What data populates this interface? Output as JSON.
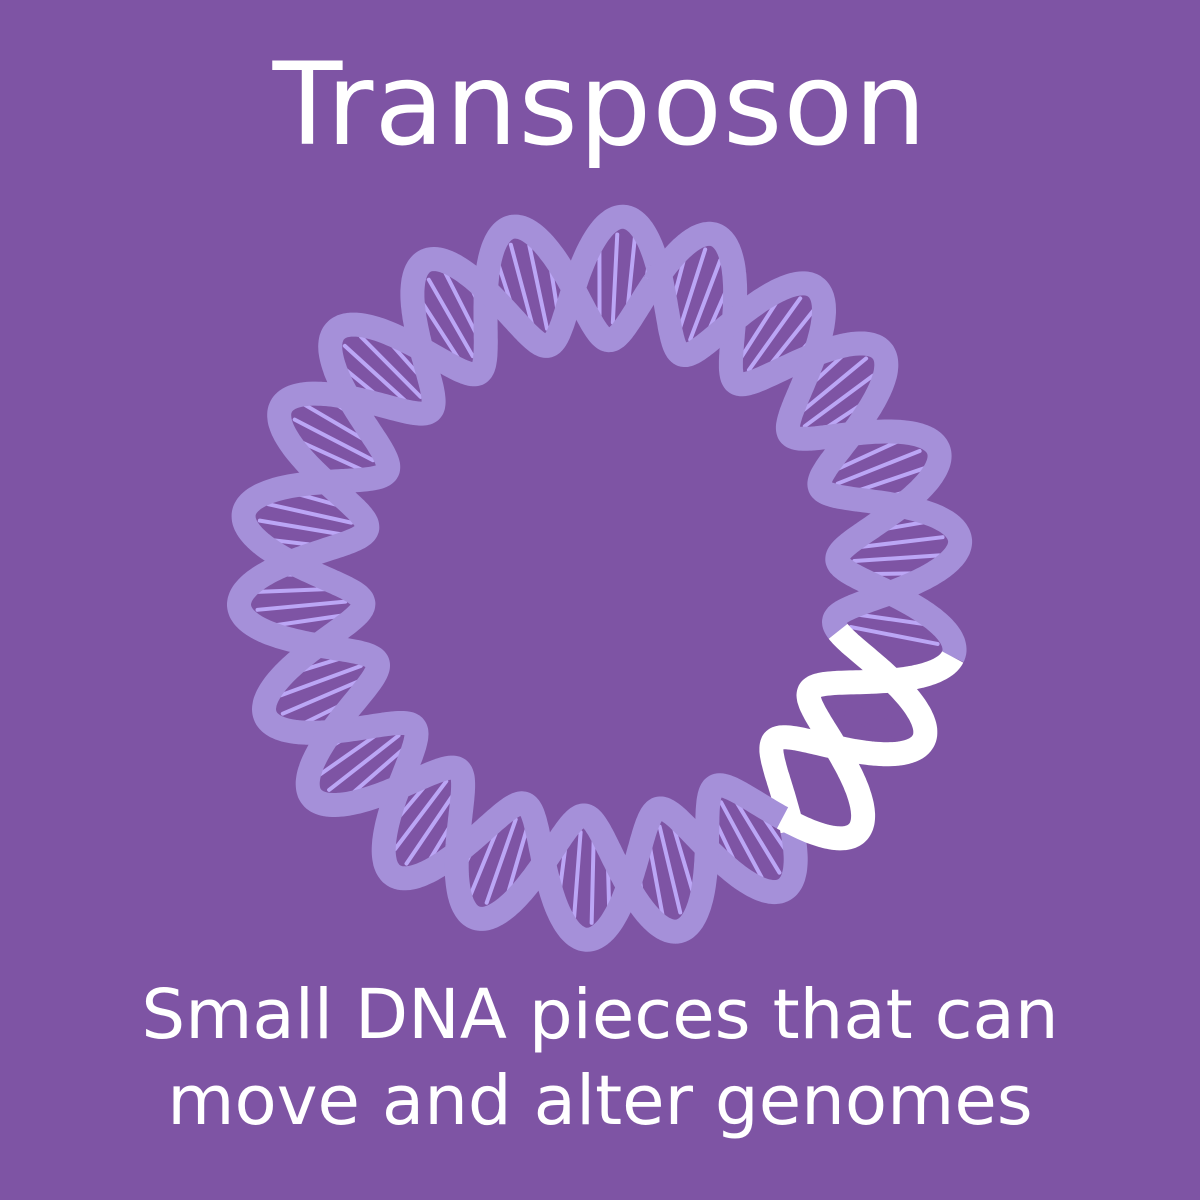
{
  "title": "Transposon",
  "caption": {
    "line1": "Small DNA pieces that can",
    "line2": "move and alter genomes"
  },
  "colors": {
    "background": "#7E54A4",
    "text": "#FFFFFF",
    "backbone": "#A590D9",
    "base_pair": "#BBA6F5",
    "transposon_segment": "#FFFFFF",
    "transposon_base_pair": "#7E54A4"
  },
  "illustration": {
    "subject": "circular-dna-double-helix",
    "helical_turns": 11,
    "highlighted_segment": "transposon"
  }
}
